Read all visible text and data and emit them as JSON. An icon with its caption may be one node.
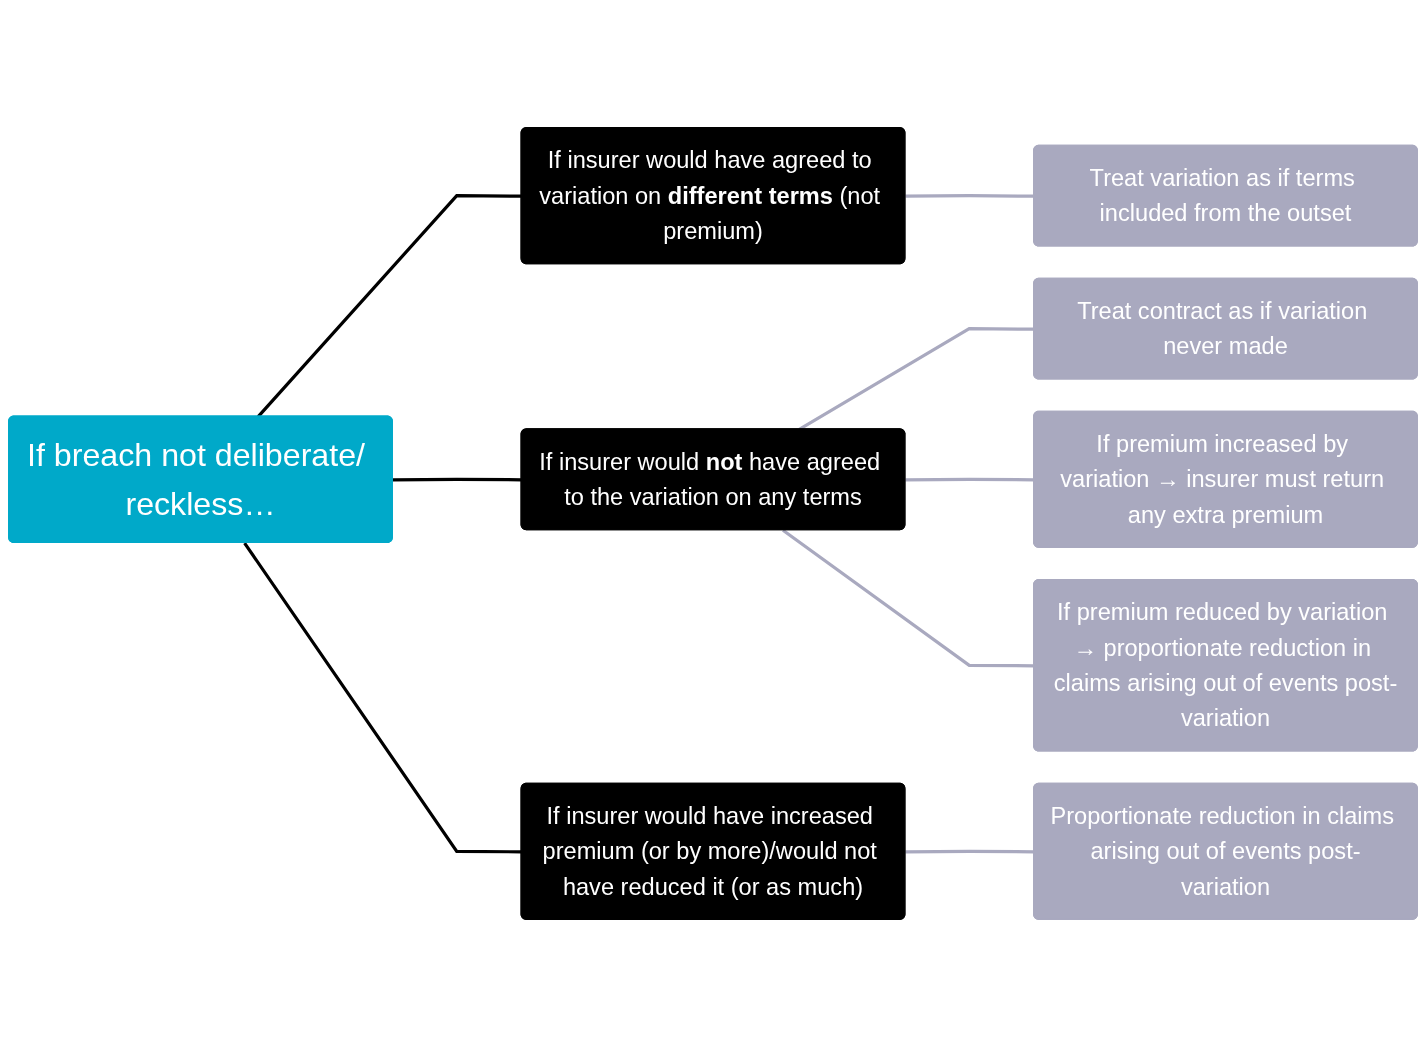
{
  "diagram": {
    "nodes": [
      {
        "text": [
          "If breach not deliberate/ reckless…"
        ]
      },
      {
        "text": [
          "If insurer would have agreed to variation on **different terms** (not premium)"
        ]
      },
      {
        "text": [
          "Treat variation as if terms included from the outset"
        ]
      },
      {
        "text": [
          "If insurer would **not** have agreed to the variation on any terms"
        ]
      },
      {
        "text": [
          "Treat contract as if variation never made"
        ]
      },
      {
        "text": [
          "If premium increased by variation → insurer must return any extra premium"
        ]
      },
      {
        "text": [
          "If premium reduced by variation → proportionate reduction in claims arising out of events post-variation"
        ]
      },
      {
        "text": [
          "If insurer would have increased premium (or by more)/would not have reduced it (or as much)"
        ]
      },
      {
        "text": [
          "Proportionate reduction in claims arising out of events post-variation"
        ]
      }
    ],
    "edges": [
      {
        "from": 0,
        "to": 1,
        "arrow": "none",
        "color": "#000000"
      },
      {
        "from": 0,
        "to": 3,
        "arrow": "none",
        "color": "#000000"
      },
      {
        "from": 0,
        "to": 7,
        "arrow": "none",
        "color": "#000000"
      },
      {
        "from": 1,
        "to": 2,
        "arrow": "none"
      },
      {
        "from": 3,
        "to": 4,
        "arrow": "none"
      },
      {
        "from": 3,
        "to": 5,
        "arrow": "none"
      },
      {
        "from": 3,
        "to": 6,
        "arrow": "none"
      },
      {
        "from": 7,
        "to": 8,
        "arrow": "none"
      }
    ]
  }
}
